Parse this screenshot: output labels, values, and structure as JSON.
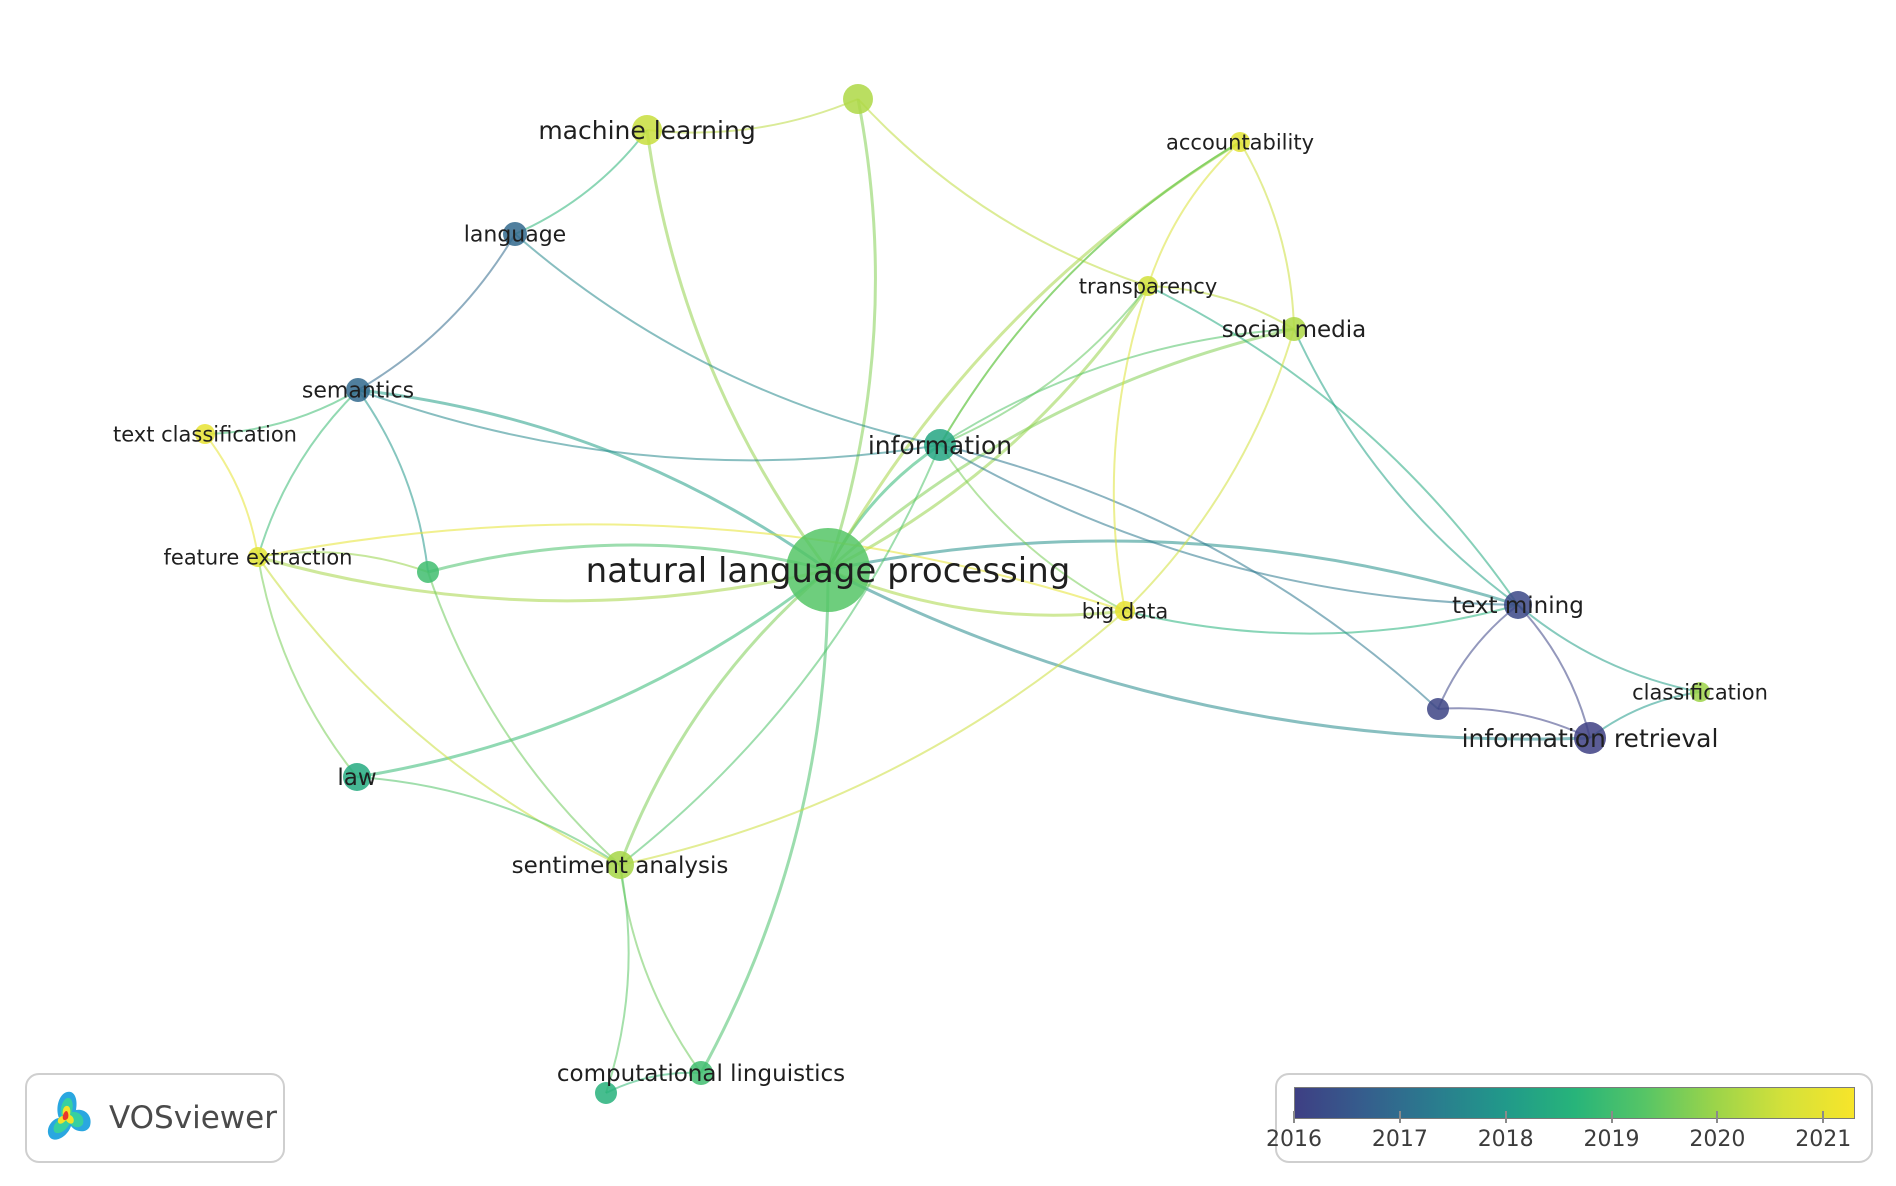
{
  "nodes": [
    {
      "id": "nlp",
      "label": "natural language processing",
      "year": 2019.3
    },
    {
      "id": "ml",
      "label": "machine learning",
      "year": 2020.5
    },
    {
      "id": "unl1",
      "label": "",
      "year": 2020.2
    },
    {
      "id": "language",
      "label": "language",
      "year": 2016.9
    },
    {
      "id": "semantics",
      "label": "semantics",
      "year": 2016.9
    },
    {
      "id": "textclass",
      "label": "text classification",
      "year": 2021
    },
    {
      "id": "featext",
      "label": "feature extraction",
      "year": 2020.9
    },
    {
      "id": "unl2",
      "label": "",
      "year": 2019
    },
    {
      "id": "information",
      "label": "information",
      "year": 2018.3
    },
    {
      "id": "accountability",
      "label": "accountability",
      "year": 2020.9
    },
    {
      "id": "transparency",
      "label": "transparency",
      "year": 2020.6
    },
    {
      "id": "socialmedia",
      "label": "social media",
      "year": 2020.2
    },
    {
      "id": "bigdata",
      "label": "big data",
      "year": 2021
    },
    {
      "id": "textmining",
      "label": "text mining",
      "year": 2016.2
    },
    {
      "id": "classification",
      "label": "classification",
      "year": 2020
    },
    {
      "id": "unl3",
      "label": "",
      "year": 2016.1
    },
    {
      "id": "inforetrieval",
      "label": "information retrieval",
      "year": 2016
    },
    {
      "id": "law",
      "label": "law",
      "year": 2018.4
    },
    {
      "id": "sentiment",
      "label": "sentiment analysis",
      "year": 2020.1
    },
    {
      "id": "complinguistics",
      "label": "computational linguistics",
      "year": 2019
    },
    {
      "id": "unl4",
      "label": "",
      "year": 2018.6
    }
  ],
  "links": [
    [
      "nlp",
      "ml"
    ],
    [
      "nlp",
      "unl1"
    ],
    [
      "nlp",
      "information"
    ],
    [
      "nlp",
      "semantics"
    ],
    [
      "nlp",
      "featext"
    ],
    [
      "nlp",
      "unl2"
    ],
    [
      "nlp",
      "law"
    ],
    [
      "nlp",
      "sentiment"
    ],
    [
      "nlp",
      "complinguistics"
    ],
    [
      "nlp",
      "bigdata"
    ],
    [
      "nlp",
      "accountability"
    ],
    [
      "nlp",
      "transparency"
    ],
    [
      "nlp",
      "socialmedia"
    ],
    [
      "nlp",
      "inforetrieval"
    ],
    [
      "nlp",
      "textmining"
    ],
    [
      "ml",
      "unl1"
    ],
    [
      "ml",
      "language"
    ],
    [
      "unl1",
      "transparency"
    ],
    [
      "language",
      "semantics"
    ],
    [
      "language",
      "information"
    ],
    [
      "semantics",
      "textclass"
    ],
    [
      "semantics",
      "featext"
    ],
    [
      "semantics",
      "unl2"
    ],
    [
      "semantics",
      "information"
    ],
    [
      "textclass",
      "featext"
    ],
    [
      "featext",
      "law"
    ],
    [
      "featext",
      "unl2"
    ],
    [
      "featext",
      "sentiment"
    ],
    [
      "featext",
      "bigdata"
    ],
    [
      "unl2",
      "sentiment"
    ],
    [
      "information",
      "socialmedia"
    ],
    [
      "information",
      "transparency"
    ],
    [
      "information",
      "accountability"
    ],
    [
      "information",
      "textmining"
    ],
    [
      "information",
      "unl3"
    ],
    [
      "information",
      "bigdata"
    ],
    [
      "information",
      "sentiment"
    ],
    [
      "accountability",
      "transparency"
    ],
    [
      "accountability",
      "socialmedia"
    ],
    [
      "accountability",
      "information"
    ],
    [
      "transparency",
      "socialmedia"
    ],
    [
      "transparency",
      "bigdata"
    ],
    [
      "transparency",
      "textmining"
    ],
    [
      "socialmedia",
      "textmining"
    ],
    [
      "socialmedia",
      "bigdata"
    ],
    [
      "bigdata",
      "textmining"
    ],
    [
      "bigdata",
      "sentiment"
    ],
    [
      "textmining",
      "unl3"
    ],
    [
      "textmining",
      "inforetrieval"
    ],
    [
      "textmining",
      "classification"
    ],
    [
      "unl3",
      "inforetrieval"
    ],
    [
      "classification",
      "inforetrieval"
    ],
    [
      "law",
      "sentiment"
    ],
    [
      "sentiment",
      "complinguistics"
    ],
    [
      "sentiment",
      "unl4"
    ],
    [
      "complinguistics",
      "unl4"
    ]
  ],
  "legend": {
    "years": [
      "2016",
      "2017",
      "2018",
      "2019",
      "2020",
      "2021"
    ],
    "colors": [
      "#3e3f84",
      "#355e8d",
      "#2a7c8e",
      "#21998a",
      "#27b47a",
      "#56c566",
      "#9bd44a",
      "#d4e13a",
      "#f7e52a"
    ]
  },
  "logo": {
    "text": "VOSviewer"
  }
}
